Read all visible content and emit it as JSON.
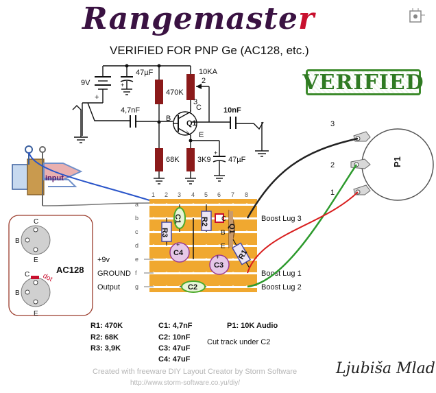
{
  "header": {
    "title_main": "Rangemaste",
    "title_last": "r",
    "subtitle": "VERIFIED FOR PNP Ge (AC128, etc.)",
    "stamp": "VERIFIED"
  },
  "schematic": {
    "battery": "9V",
    "cap_supply": "47µF",
    "r_bias_top": "470K",
    "pot": "10KA",
    "pin_2": "2",
    "pin_3": "3",
    "pin_b": "B",
    "pin_c": "C",
    "pin_e": "E",
    "transistor": "Q1",
    "cap_in": "4,7nF",
    "cap_out": "10nF",
    "r_bias_bottom": "68K",
    "r_emitter": "3K9",
    "cap_emitter": "47µF",
    "plus": "+"
  },
  "jack": {
    "input_label": "input"
  },
  "transistor_pinout": {
    "name": "AC128",
    "top": {
      "c": "C",
      "b": "B",
      "e": "E"
    },
    "bottom": {
      "c": "C",
      "b": "B",
      "e": "E",
      "dot": "dot"
    }
  },
  "board": {
    "col_numbers": [
      "1",
      "2",
      "3",
      "4",
      "5",
      "6",
      "7",
      "8"
    ],
    "row_letters": [
      "a",
      "b",
      "c",
      "d",
      "e",
      "f",
      "g"
    ],
    "left_labels": {
      "v9": "+9v",
      "ground": "GROUND",
      "output": "Output"
    },
    "components": {
      "c1": "C1",
      "c2": "C2",
      "c3": "C3",
      "c4": "C4",
      "r1": "R1",
      "r2": "R2",
      "r3": "R3",
      "q1": "Q1"
    },
    "pin_c": "C",
    "pin_b": "B",
    "pin_e": "E",
    "plus": "+",
    "right_labels": {
      "lug3": "Boost Lug 3",
      "lug1": "Boost Lug 1",
      "lug2": "Boost Lug 2"
    }
  },
  "pot": {
    "label": "P1",
    "lugs": [
      "3",
      "2",
      "1"
    ]
  },
  "bom": {
    "r1": "R1: 470K",
    "r2": "R2: 68K",
    "r3": "R3: 3,9K",
    "c1": "C1: 4,7nF",
    "c2": "C2: 10nF",
    "c3": "C3: 47uF",
    "c4": "C4: 47uF",
    "p1": "P1: 10K Audio",
    "note": "Cut track under C2"
  },
  "footer": {
    "credit_line1": "Created with freeware DIY Layout Creator by Storm Software",
    "credit_line2": "http://www.storm-software.co.yu/diy/",
    "signature": "Ljubiša Mladić"
  },
  "colors": {
    "title": "#3a1242",
    "title_accent": "#c8102e",
    "stripboard": "#f0a830",
    "track": "#ffffff",
    "resistor": "#8b1a1a",
    "verified": "#2f7a22"
  }
}
